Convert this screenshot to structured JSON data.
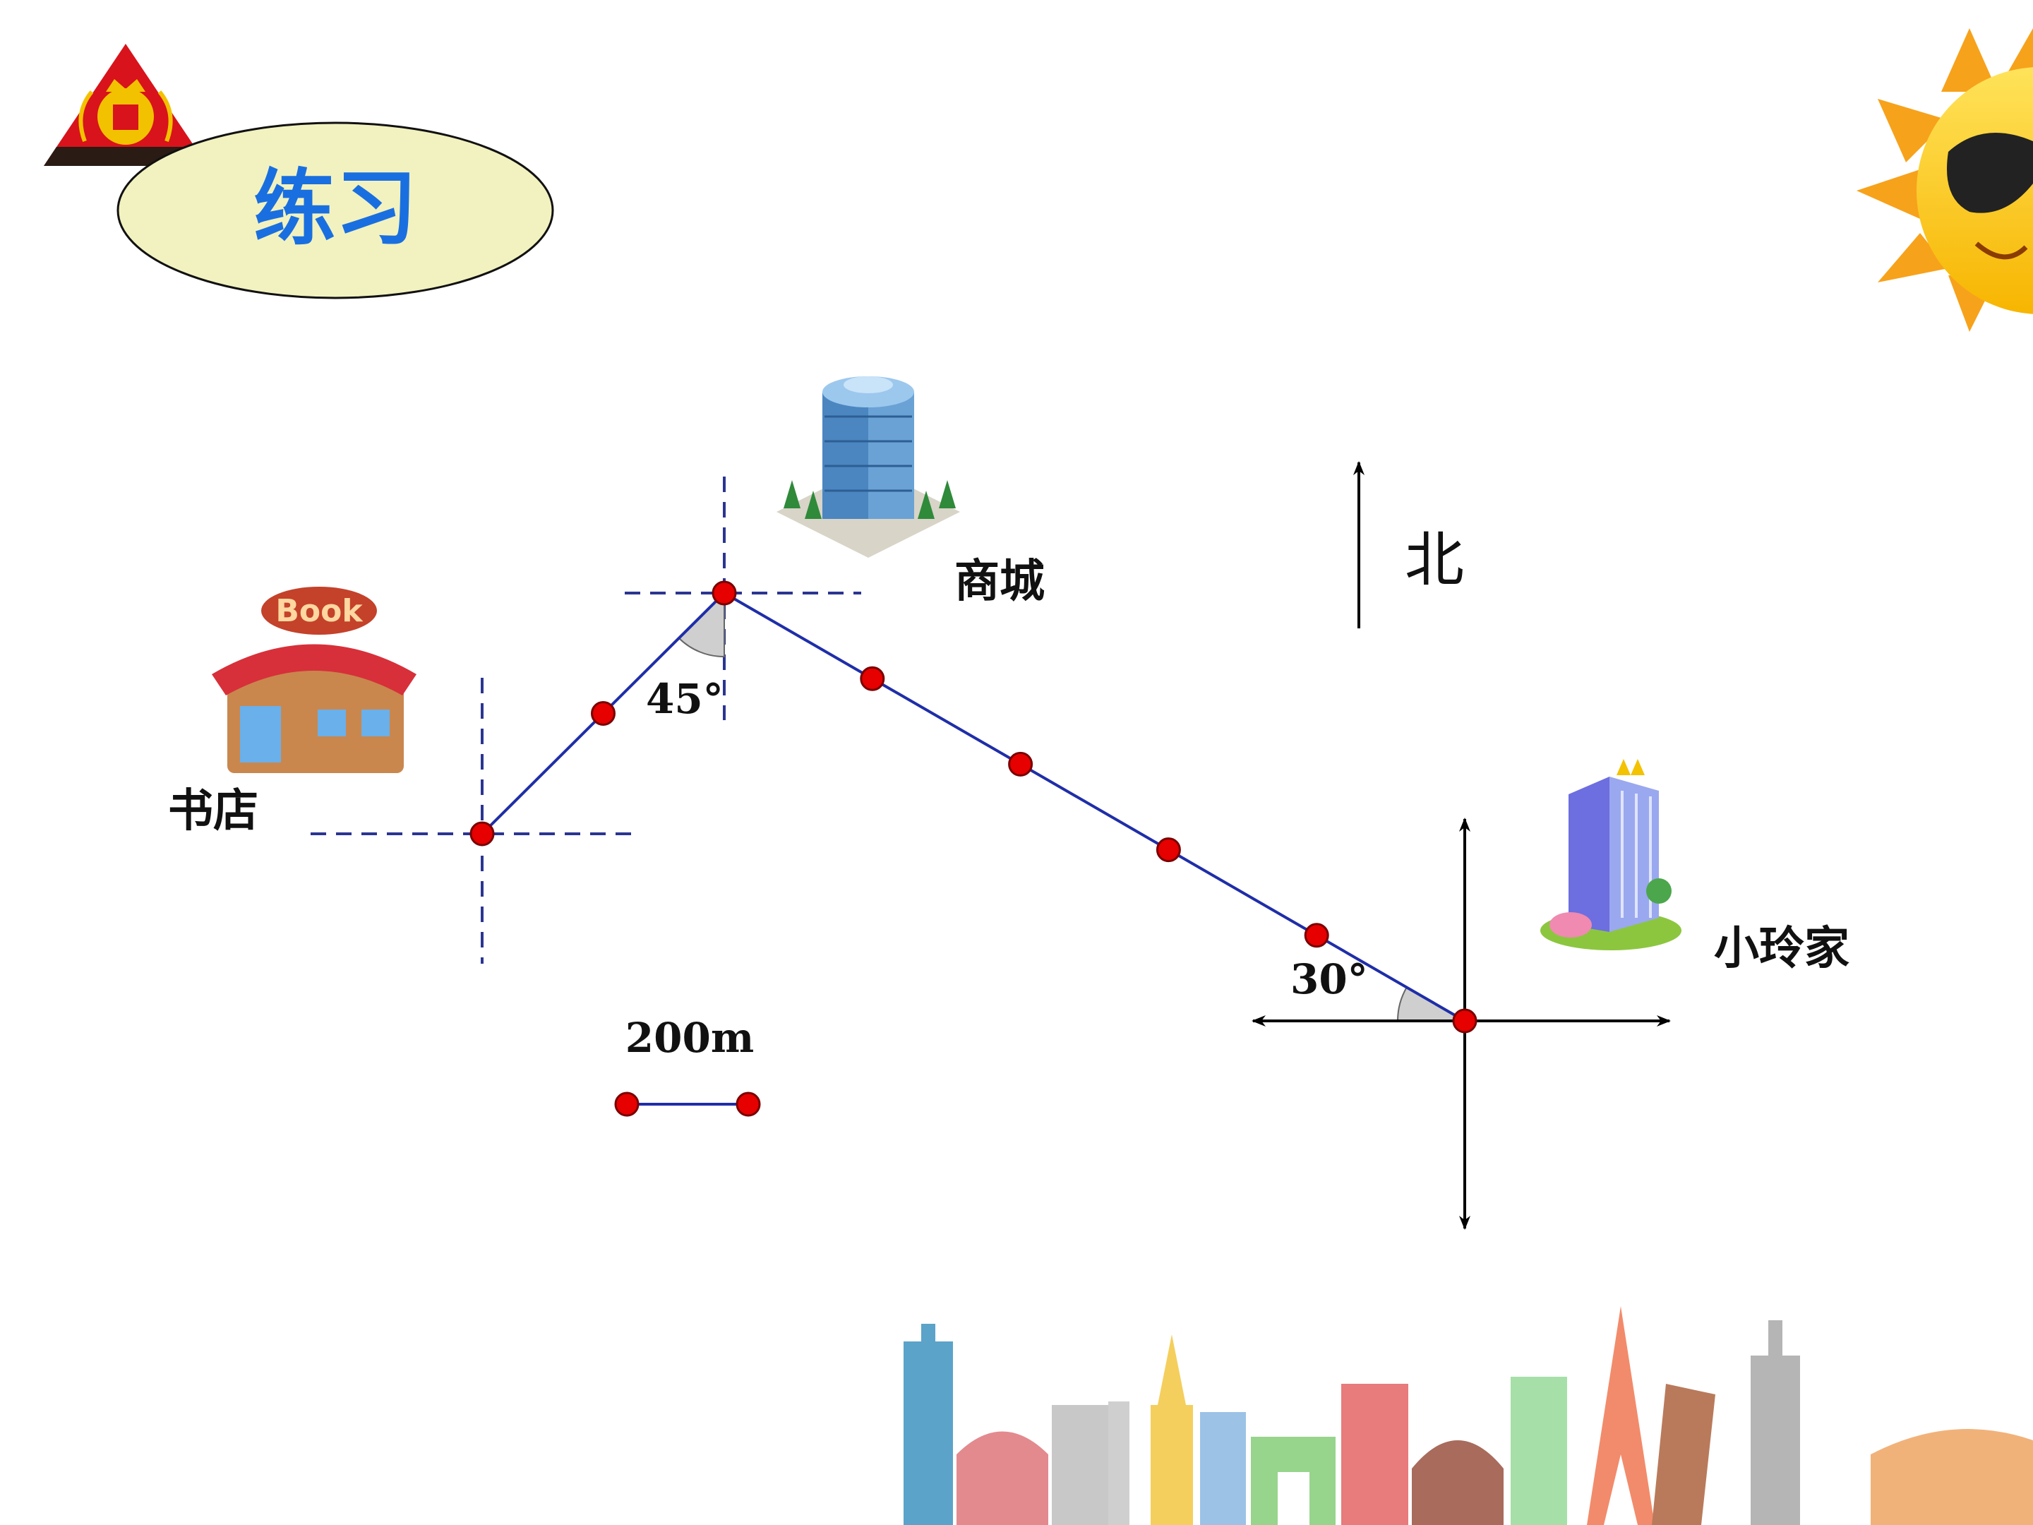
{
  "title": "练习",
  "north_label": "北",
  "places": {
    "bookstore": "书店",
    "mall": "商城",
    "home": "小玲家"
  },
  "angles": {
    "bookstore_to_mall": "45°",
    "home_to_mall": "30°"
  },
  "scale": {
    "label": "200m",
    "meters_per_segment": 200
  },
  "routes": [
    {
      "from": "小玲家",
      "to": "商城",
      "segments": 5,
      "distance_m": 1000,
      "direction": "北偏西60° (西偏北30°)"
    },
    {
      "from": "商城",
      "to": "书店",
      "segments": 2,
      "distance_m": 400,
      "direction": "西偏南45°"
    }
  ],
  "icons": {
    "logo": "triangle-crown-book-logo",
    "mall": "office-tower-icon",
    "bookstore": "book-shop-icon",
    "home": "building-icon",
    "sun": "sun-with-sunglasses-icon",
    "skyline": "city-skyline-icon"
  },
  "colors": {
    "route_line": "#1f2ea8",
    "point": "#e60000",
    "dashed_axis": "#2b3591",
    "title_bg": "#f2f2c0",
    "title_text": "#1a6fe0"
  }
}
